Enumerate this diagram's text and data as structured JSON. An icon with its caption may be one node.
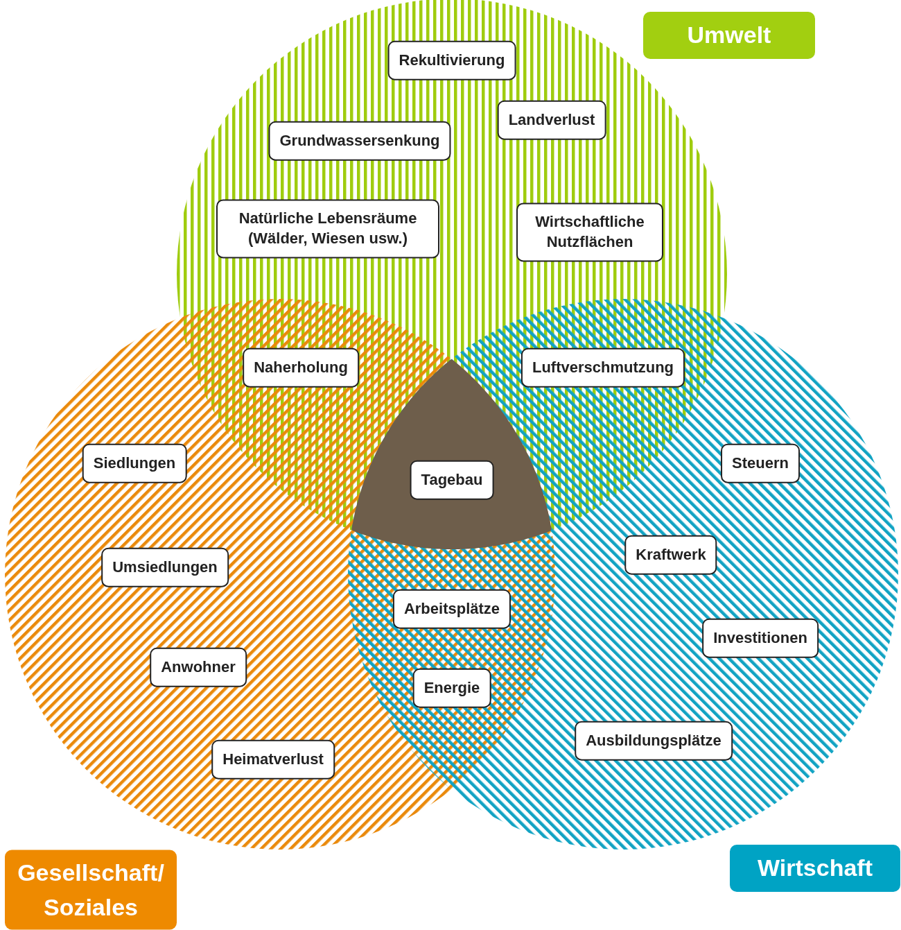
{
  "diagram": {
    "nodes": [
      {
        "text": [],
        "shape": "circle"
      },
      {
        "text": [],
        "shape": "circle"
      },
      {
        "text": [],
        "shape": "circle"
      },
      {
        "text": [
          "Umwelt"
        ]
      },
      {
        "text": [
          "Rekultivierung"
        ],
        "in": 0
      },
      {
        "text": [
          "Landverlust"
        ],
        "in": 0
      },
      {
        "text": [
          "Grundwassersenkung"
        ],
        "in": 0
      },
      {
        "text": [
          "Natürliche Lebensräume (Wälder, Wiesen usw.)"
        ],
        "in": 0
      },
      {
        "text": [
          "Wirtschaftliche Nutzflächen"
        ],
        "in": 0
      },
      {
        "text": [
          "Naherholung"
        ]
      },
      {
        "text": [
          "Luftverschmutzung"
        ]
      },
      {
        "text": [
          "Siedlungen"
        ],
        "in": 1
      },
      {
        "text": [
          "Steuern"
        ],
        "in": 2
      },
      {
        "text": [
          "Tagebau"
        ]
      },
      {
        "text": [
          "Kraftwerk"
        ],
        "in": 2
      },
      {
        "text": [
          "Umsiedlungen"
        ],
        "in": 1
      },
      {
        "text": [
          "Arbeitsplätze"
        ]
      },
      {
        "text": [
          "Investitionen"
        ],
        "in": 2
      },
      {
        "text": [
          "Anwohner"
        ],
        "in": 1
      },
      {
        "text": [
          "Energie"
        ]
      },
      {
        "text": [
          "Ausbildungsplätze"
        ],
        "in": 2
      },
      {
        "text": [
          "Heimatverlust"
        ],
        "in": 1
      },
      {
        "text": [
          "Gesellschaft/ Soziales"
        ]
      },
      {
        "text": [
          "Wirtschaft"
        ]
      }
    ]
  }
}
